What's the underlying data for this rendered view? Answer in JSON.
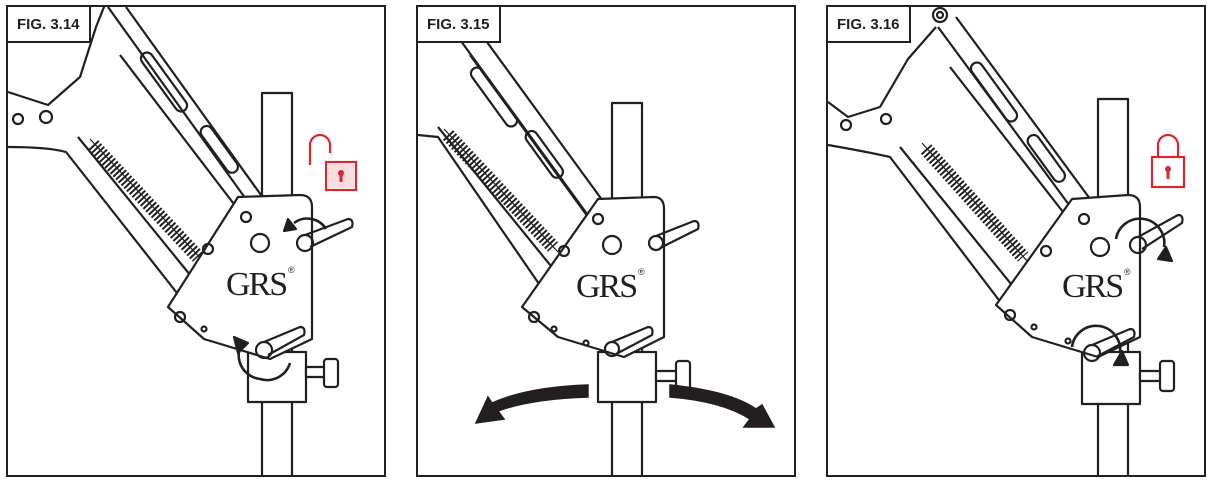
{
  "figures": [
    {
      "label": "FIG. 3.14",
      "lock_state": "unlocked",
      "lock_color": "#d7272f",
      "rotation_arrows": "knobs"
    },
    {
      "label": "FIG. 3.15",
      "lock_state": "none",
      "rotation_arrows": "post-swivel"
    },
    {
      "label": "FIG. 3.16",
      "lock_state": "locked",
      "lock_color": "#d7272f",
      "rotation_arrows": "knobs"
    }
  ],
  "brand": {
    "logo": "GRS",
    "mark": "®"
  },
  "colors": {
    "line": "#231f20",
    "accent": "#d7272f",
    "background": "#ffffff"
  }
}
